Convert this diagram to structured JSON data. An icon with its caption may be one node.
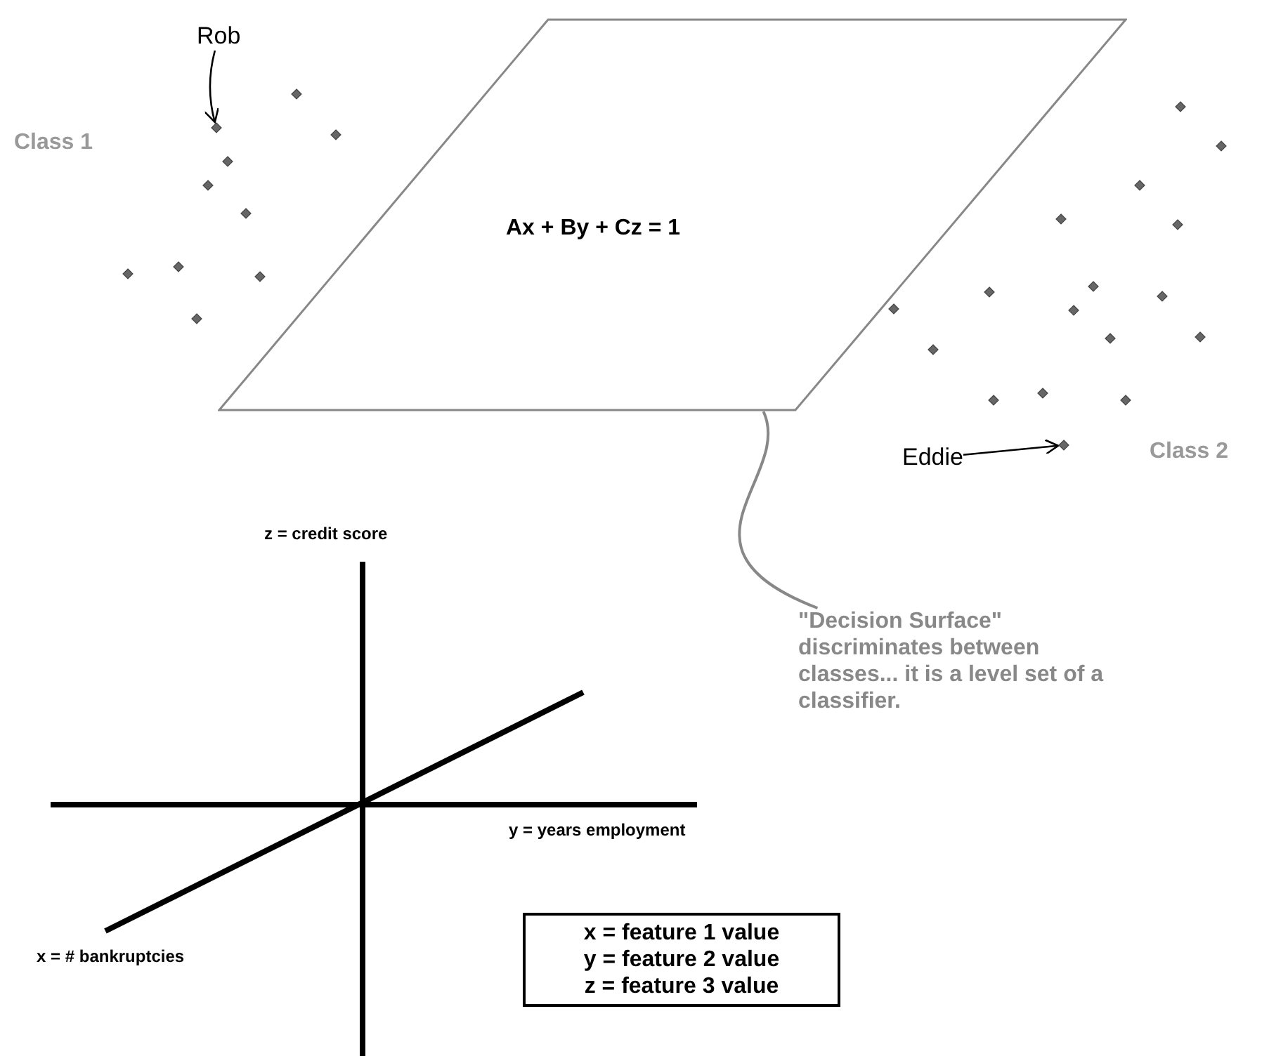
{
  "diagram": {
    "nodes": [
      {
        "text": [
          "Ax + By + Cz = 1"
        ]
      },
      {
        "text": [
          "Rob"
        ]
      },
      {
        "text": [],
        "shape": "diamond"
      },
      {
        "text": [
          "Eddie"
        ]
      },
      {
        "text": [],
        "shape": "diamond"
      },
      {
        "text": [
          "\"Decision Surface\" discriminates between classes... it is a level set of a classifier."
        ]
      },
      {
        "text": [
          "x = feature 1 value",
          "y = feature 2 value",
          "z = feature 3 value"
        ]
      }
    ],
    "edges": [
      {
        "from": 1,
        "to": 2,
        "arrow": "to"
      },
      {
        "from": 3,
        "to": 4,
        "arrow": "to"
      },
      {
        "from": 5,
        "to": 0,
        "arrow": "none",
        "color": "#888888"
      }
    ],
    "labels": [
      "Class 1",
      "Class 2",
      "z = credit score",
      "y = years employment",
      "x = # bankruptcies"
    ]
  }
}
